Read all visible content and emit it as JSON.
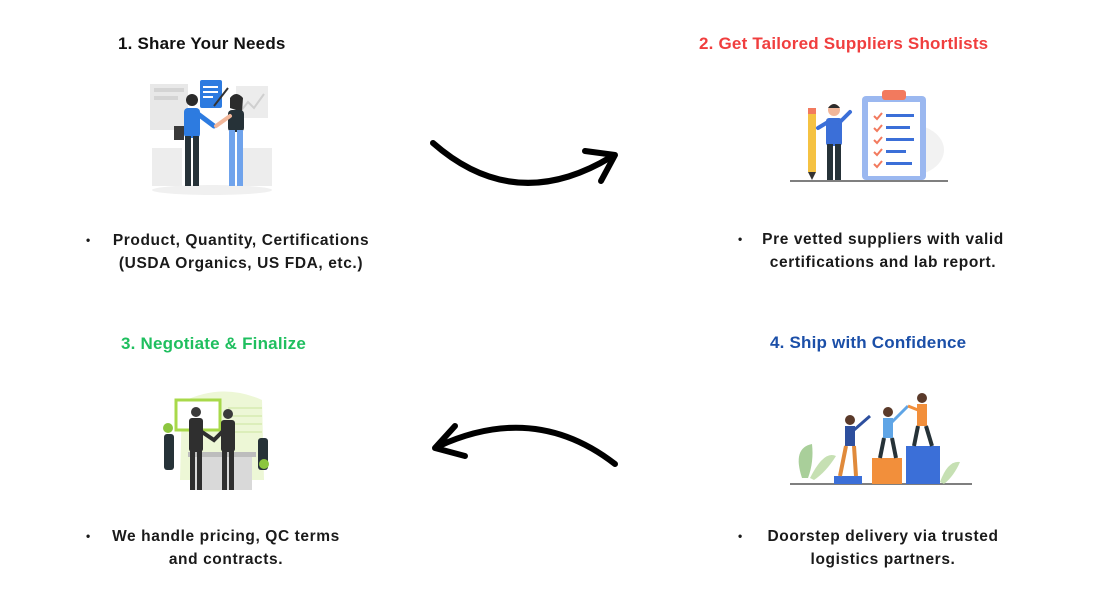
{
  "steps": [
    {
      "title": "1. Share Your Needs",
      "color": "#111111",
      "desc": [
        "Product, Quantity, Certifications",
        "(USDA Organics, US FDA, etc.)"
      ]
    },
    {
      "title": "2. Get Tailored Suppliers Shortlists",
      "color": "#f03e3e",
      "desc": [
        "Pre vetted suppliers with valid",
        "certifications and lab report."
      ]
    },
    {
      "title": "3. Negotiate & Finalize",
      "color": "#1fbf5f",
      "desc": [
        "We handle pricing, QC terms",
        "and contracts."
      ]
    },
    {
      "title": "4. Ship with Confidence",
      "color": "#1b4fa8",
      "desc": [
        "Doorstep delivery via trusted",
        "logistics partners."
      ]
    }
  ],
  "bullet": "•",
  "icons": {
    "step1": "handshake-meeting-illustration",
    "step2": "checklist-clipboard-illustration",
    "step3": "business-handshake-office-illustration",
    "step4": "teamwork-climbing-steps-illustration",
    "arrow_right": "curved-arrow-right-icon",
    "arrow_left": "curved-arrow-left-icon"
  }
}
